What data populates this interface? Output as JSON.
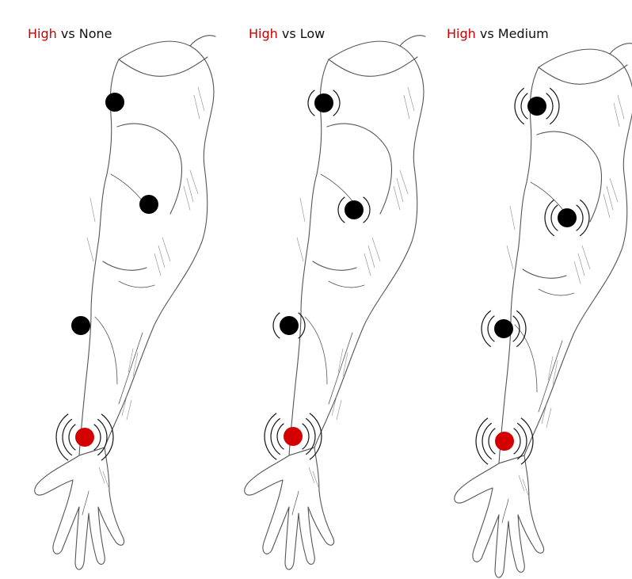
{
  "colors": {
    "high": "#d40000",
    "comparison": "#000000",
    "title_high": "#cc0000",
    "skin_shade": "#8a8a8a"
  },
  "panels": [
    {
      "title_high": "High",
      "title_rest": " vs None",
      "sites": [
        {
          "level": "comparison",
          "rings": 0
        },
        {
          "level": "comparison",
          "rings": 0
        },
        {
          "level": "comparison",
          "rings": 0
        },
        {
          "level": "high",
          "rings": 3
        }
      ]
    },
    {
      "title_high": "High",
      "title_rest": " vs Low",
      "sites": [
        {
          "level": "comparison",
          "rings": 1
        },
        {
          "level": "comparison",
          "rings": 1
        },
        {
          "level": "comparison",
          "rings": 1
        },
        {
          "level": "high",
          "rings": 3
        }
      ]
    },
    {
      "title_high": "High",
      "title_rest": " vs Medium",
      "sites": [
        {
          "level": "comparison",
          "rings": 2
        },
        {
          "level": "comparison",
          "rings": 2
        },
        {
          "level": "comparison",
          "rings": 2
        },
        {
          "level": "high",
          "rings": 3
        }
      ]
    }
  ]
}
